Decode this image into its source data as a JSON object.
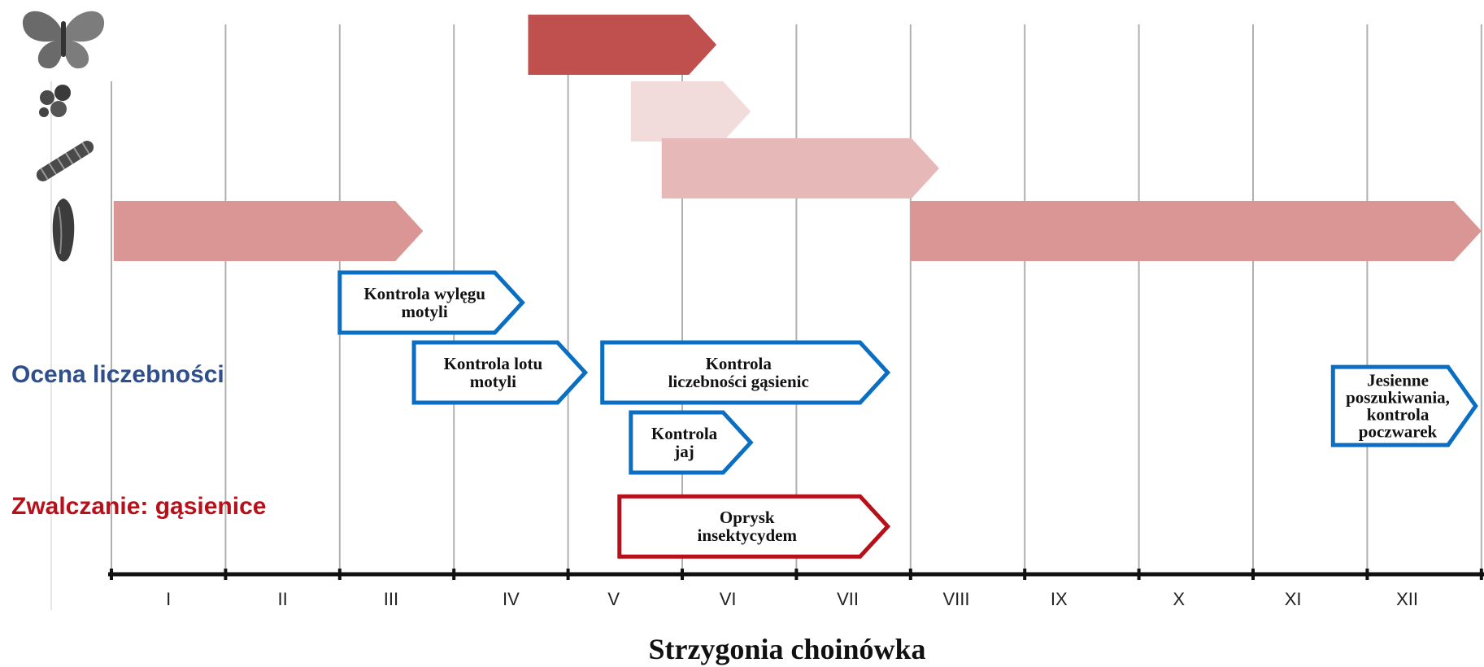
{
  "title": "Strzygonia choinówka",
  "months": [
    "I",
    "II",
    "III",
    "IV",
    "V",
    "VI",
    "VII",
    "VIII",
    "IX",
    "X",
    "XI",
    "XII"
  ],
  "row_labels": {
    "assessment": "Ocena liczebności",
    "control": "Zwalczanie: gąsienice"
  },
  "colors": {
    "assessment_label": "#2e4e8c",
    "control_label": "#b8101a",
    "assessment_box": "#0a6fc2",
    "control_box": "#b8101a",
    "adult": "#c0504d",
    "egg": "#f2dcdb",
    "larva": "#e6b9b8",
    "pupa": "#d99694",
    "axis": "#111111",
    "grid": "#b0b0b0"
  },
  "life_stages": [
    {
      "stage": "moth-icon",
      "bars": [
        {
          "start": 3.65,
          "end": 5.3
        }
      ],
      "color_key": "adult"
    },
    {
      "stage": "eggs-icon",
      "bars": [
        {
          "start": 4.55,
          "end": 5.6
        }
      ],
      "color_key": "egg"
    },
    {
      "stage": "caterpillar-icon",
      "bars": [
        {
          "start": 4.82,
          "end": 7.25
        }
      ],
      "color_key": "larva"
    },
    {
      "stage": "pupa-icon",
      "bars": [
        {
          "start": 0.02,
          "end": 2.73
        },
        {
          "start": 7.0,
          "end": 12.0
        }
      ],
      "color_key": "pupa"
    }
  ],
  "actions": [
    {
      "id": "kontrola-wylegu",
      "lines": [
        "Kontrola wylęgu",
        "motyli"
      ],
      "start": 2.0,
      "end": 3.6,
      "row": 0,
      "kind": "assessment"
    },
    {
      "id": "kontrola-lotu",
      "lines": [
        "Kontrola lotu",
        "motyli"
      ],
      "start": 2.65,
      "end": 4.15,
      "row": 1,
      "kind": "assessment"
    },
    {
      "id": "kontrola-gasienic",
      "lines": [
        "Kontrola",
        "liczebności gąsienic"
      ],
      "start": 4.3,
      "end": 6.8,
      "row": 1,
      "kind": "assessment"
    },
    {
      "id": "kontrola-jaj",
      "lines": [
        "Kontrola",
        "jaj"
      ],
      "start": 4.55,
      "end": 5.6,
      "row": 2,
      "kind": "assessment"
    },
    {
      "id": "jesienne",
      "lines": [
        "Jesienne",
        "poszukiwania,",
        "kontrola",
        "poczwarek"
      ],
      "start": 10.7,
      "end": 11.95,
      "row": 1.35,
      "kind": "assessment"
    },
    {
      "id": "oprysk",
      "lines": [
        "Oprysk",
        "insektycydem"
      ],
      "start": 4.45,
      "end": 6.8,
      "row": 3.2,
      "kind": "control"
    }
  ]
}
